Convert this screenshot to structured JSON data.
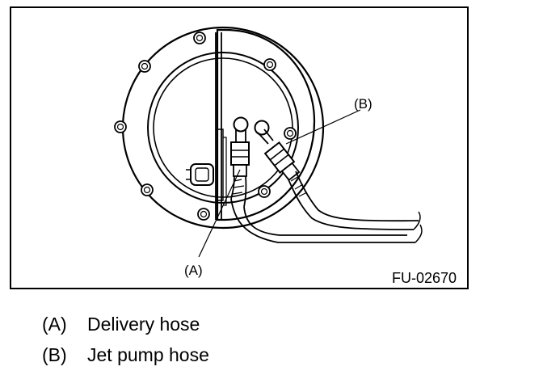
{
  "figure": {
    "id": "FU-02670",
    "callouts": {
      "a": "(A)",
      "b": "(B)"
    }
  },
  "legend": [
    {
      "key": "(A)",
      "label": "Delivery hose"
    },
    {
      "key": "(B)",
      "label": "Jet pump hose"
    }
  ]
}
